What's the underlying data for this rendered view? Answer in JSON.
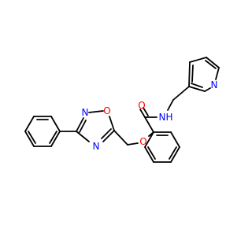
{
  "molecule": {
    "atoms": {
      "amide_oxygen": "O",
      "amide_nitrogen": "N",
      "amide_hydrogen": "H",
      "ether_oxygen": "O",
      "oxadiazole_oxygen": "O",
      "oxadiazole_n2": "N",
      "oxadiazole_n4": "N",
      "pyridine_nitrogen": "N"
    },
    "colors": {
      "oxygen": "#ff0000",
      "nitrogen": "#0000ff",
      "bond": "#000000"
    }
  }
}
